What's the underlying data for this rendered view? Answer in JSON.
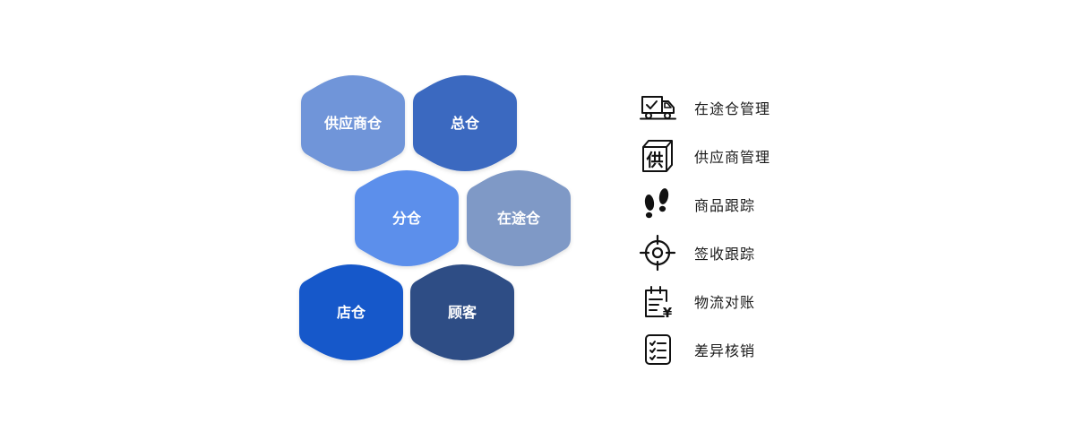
{
  "hexagons": [
    {
      "label": "供应商仓",
      "color": "#6F95D9"
    },
    {
      "label": "总仓",
      "color": "#3B69C0"
    },
    {
      "label": "分仓",
      "color": "#5C8FEB"
    },
    {
      "label": "在途仓",
      "color": "#7F99C6"
    },
    {
      "label": "店仓",
      "color": "#1558CA"
    },
    {
      "label": "顾客",
      "color": "#2F4E85"
    }
  ],
  "legend": [
    {
      "label": "在途仓管理",
      "icon": "truck-check-icon"
    },
    {
      "label": "供应商管理",
      "icon": "supplier-box-icon",
      "glyph": "供"
    },
    {
      "label": "商品跟踪",
      "icon": "footprints-icon"
    },
    {
      "label": "签收跟踪",
      "icon": "target-icon"
    },
    {
      "label": "物流对账",
      "icon": "calendar-yen-icon",
      "glyph": "¥"
    },
    {
      "label": "差异核销",
      "icon": "checklist-icon"
    }
  ]
}
